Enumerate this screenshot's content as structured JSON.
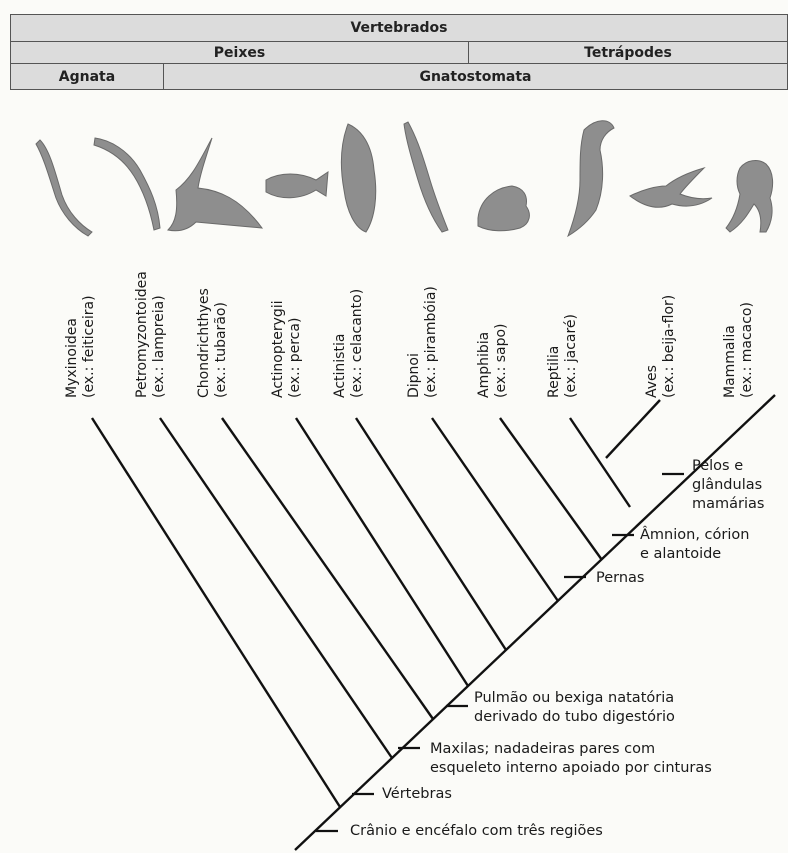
{
  "header": {
    "row1": {
      "vertebrados": "Vertebrados"
    },
    "row2": {
      "peixes": "Peixes",
      "tetrapodes": "Tetrápodes"
    },
    "row3": {
      "agnata": "Agnata",
      "gnatostomata": "Gnatostomata"
    }
  },
  "taxa": [
    {
      "name": "Myxinoidea",
      "example": "(ex.: feiticeira)",
      "icon": "hagfish-icon"
    },
    {
      "name": "Petromyzontoidea",
      "example": "(ex.: lampreia)",
      "icon": "lamprey-icon"
    },
    {
      "name": "Chondrichthyes",
      "example": "(ex.: tubarão)",
      "icon": "shark-icon"
    },
    {
      "name": "Actinopterygii",
      "example": "(ex.: perca)",
      "icon": "perch-icon"
    },
    {
      "name": "Actinistia",
      "example": "(ex.: celacanto)",
      "icon": "coelacanth-icon"
    },
    {
      "name": "Dipnoi",
      "example": "(ex.: pirambóia)",
      "icon": "lungfish-icon"
    },
    {
      "name": "Amphibia",
      "example": "(ex.: sapo)",
      "icon": "frog-icon"
    },
    {
      "name": "Reptilia",
      "example": "(ex.: jacaré)",
      "icon": "alligator-icon"
    },
    {
      "name": "Aves",
      "example": "(ex.: beija-flor)",
      "icon": "hummingbird-icon"
    },
    {
      "name": "Mammalia",
      "example": "(ex.: macaco)",
      "icon": "monkey-icon"
    }
  ],
  "characters": [
    {
      "text": "Pelos e\nglândulas\nmamárias"
    },
    {
      "text": "Âmnion, córion\ne alantoide"
    },
    {
      "text": "Pernas"
    },
    {
      "text": "Pulmão ou bexiga natatória\nderivado do tubo digestório"
    },
    {
      "text": "Maxilas; nadadeiras pares com\nesqueleto interno apoiado por cinturas"
    },
    {
      "text": "Vértebras"
    },
    {
      "text": "Crânio e encéfalo com três regiões"
    }
  ],
  "colors": {
    "line": "#111111",
    "header_bg": "#dcdcdc",
    "animal": "#8a8a8a"
  }
}
